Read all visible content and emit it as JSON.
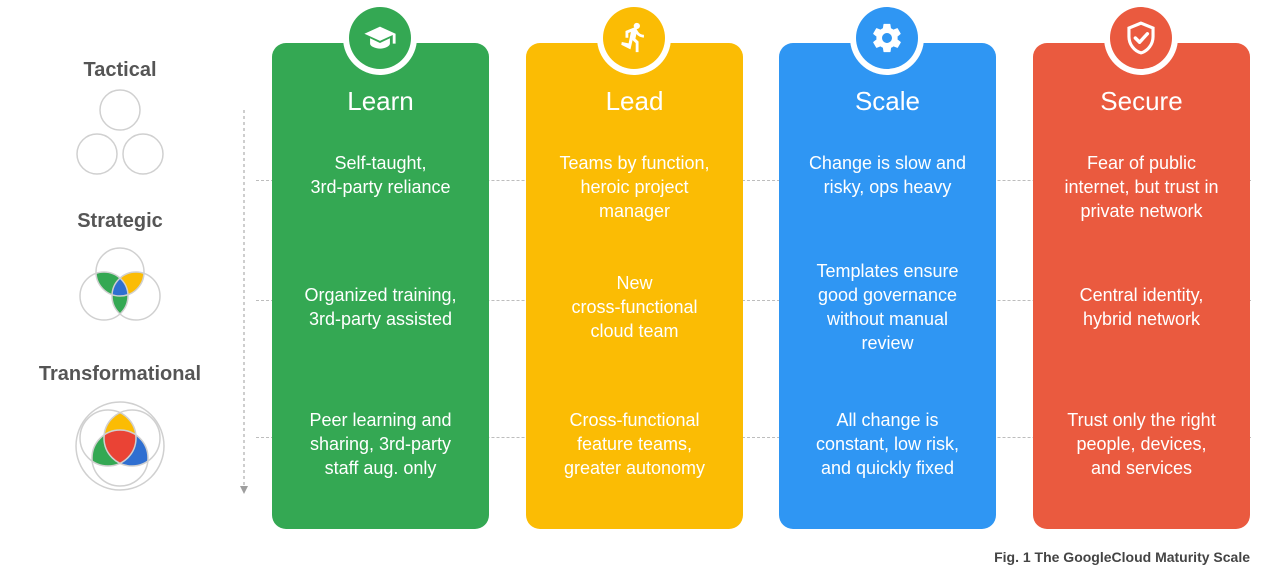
{
  "levels": [
    {
      "label": "Tactical"
    },
    {
      "label": "Strategic"
    },
    {
      "label": "Transformational"
    }
  ],
  "columns": [
    {
      "title": "Learn",
      "color": "#34a853",
      "icon": "graduation-cap-icon",
      "cells": [
        "Self-taught,\n3rd-party reliance",
        "Organized training,\n3rd-party assisted",
        "Peer learning and\nsharing, 3rd-party\nstaff aug. only"
      ]
    },
    {
      "title": "Lead",
      "color": "#fbbc04",
      "icon": "running-person-icon",
      "cells": [
        "Teams by function,\nheroic project\nmanager",
        "New\ncross-functional\ncloud team",
        "Cross-functional\nfeature teams,\ngreater autonomy"
      ]
    },
    {
      "title": "Scale",
      "color": "#2f96f3",
      "icon": "gear-icon",
      "cells": [
        "Change is slow and\nrisky, ops heavy",
        "Templates ensure\ngood governance\nwithout manual\nreview",
        "All change is\nconstant, low risk,\nand quickly fixed"
      ]
    },
    {
      "title": "Secure",
      "color": "#ea5a3f",
      "icon": "shield-check-icon",
      "cells": [
        "Fear of public\ninternet, but trust in\nprivate network",
        "Central identity,\nhybrid network",
        "Trust only the right\npeople, devices,\nand services"
      ]
    }
  ],
  "caption": "Fig. 1 The GoogleCloud Maturity Scale"
}
